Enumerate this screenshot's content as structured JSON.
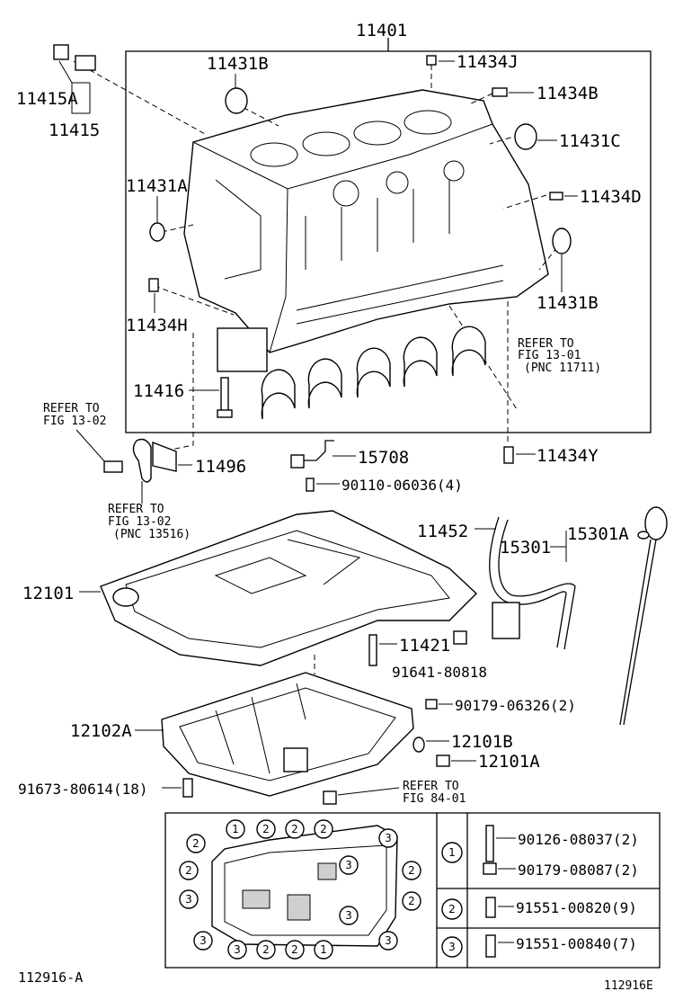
{
  "parts": {
    "p11401": "11401",
    "p11431B_top": "11431B",
    "p11434J": "11434J",
    "p11434B": "11434B",
    "p11431C": "11431C",
    "p11434D": "11434D",
    "p11431B_right": "11431B",
    "p11415A": "11415A",
    "p11415": "11415",
    "p11431A": "11431A",
    "p11434H": "11434H",
    "p11416": "11416",
    "p15708": "15708",
    "p90110": "90110-06036(4)",
    "p11434Y": "11434Y",
    "p11496": "11496",
    "p11452": "11452",
    "p15301A": "15301A",
    "p15301": "15301",
    "p12101": "12101",
    "p11421": "11421",
    "p91641": "91641-80818",
    "p90179_06326": "90179-06326(2)",
    "p12102A": "12102A",
    "p12101B": "12101B",
    "p12101A": "12101A",
    "p91673": "91673-80614(18)"
  },
  "refs": {
    "r1302a_1": "REFER TO",
    "r1302a_2": "FIG 13-02",
    "r1301_1": "REFER TO",
    "r1301_2": "FIG 13-01",
    "r1301_3": "(PNC 11711)",
    "r1302b_1": "REFER TO",
    "r1302b_2": "FIG 13-02",
    "r1302b_3": "(PNC 13516)",
    "r8401_1": "REFER TO",
    "r8401_2": "FIG 84-01"
  },
  "legend": {
    "row1_key": "1",
    "row1_a": "90126-08037(2)",
    "row1_b": "90179-08087(2)",
    "row2_key": "2",
    "row2_a": "91551-00820(9)",
    "row3_key": "3",
    "row3_a": "91551-00840(7)"
  },
  "pan_callouts": {
    "c1": "1",
    "c2": "2",
    "c3": "3"
  },
  "footer": {
    "left_code": "112916-A",
    "right_code": "112916E"
  }
}
